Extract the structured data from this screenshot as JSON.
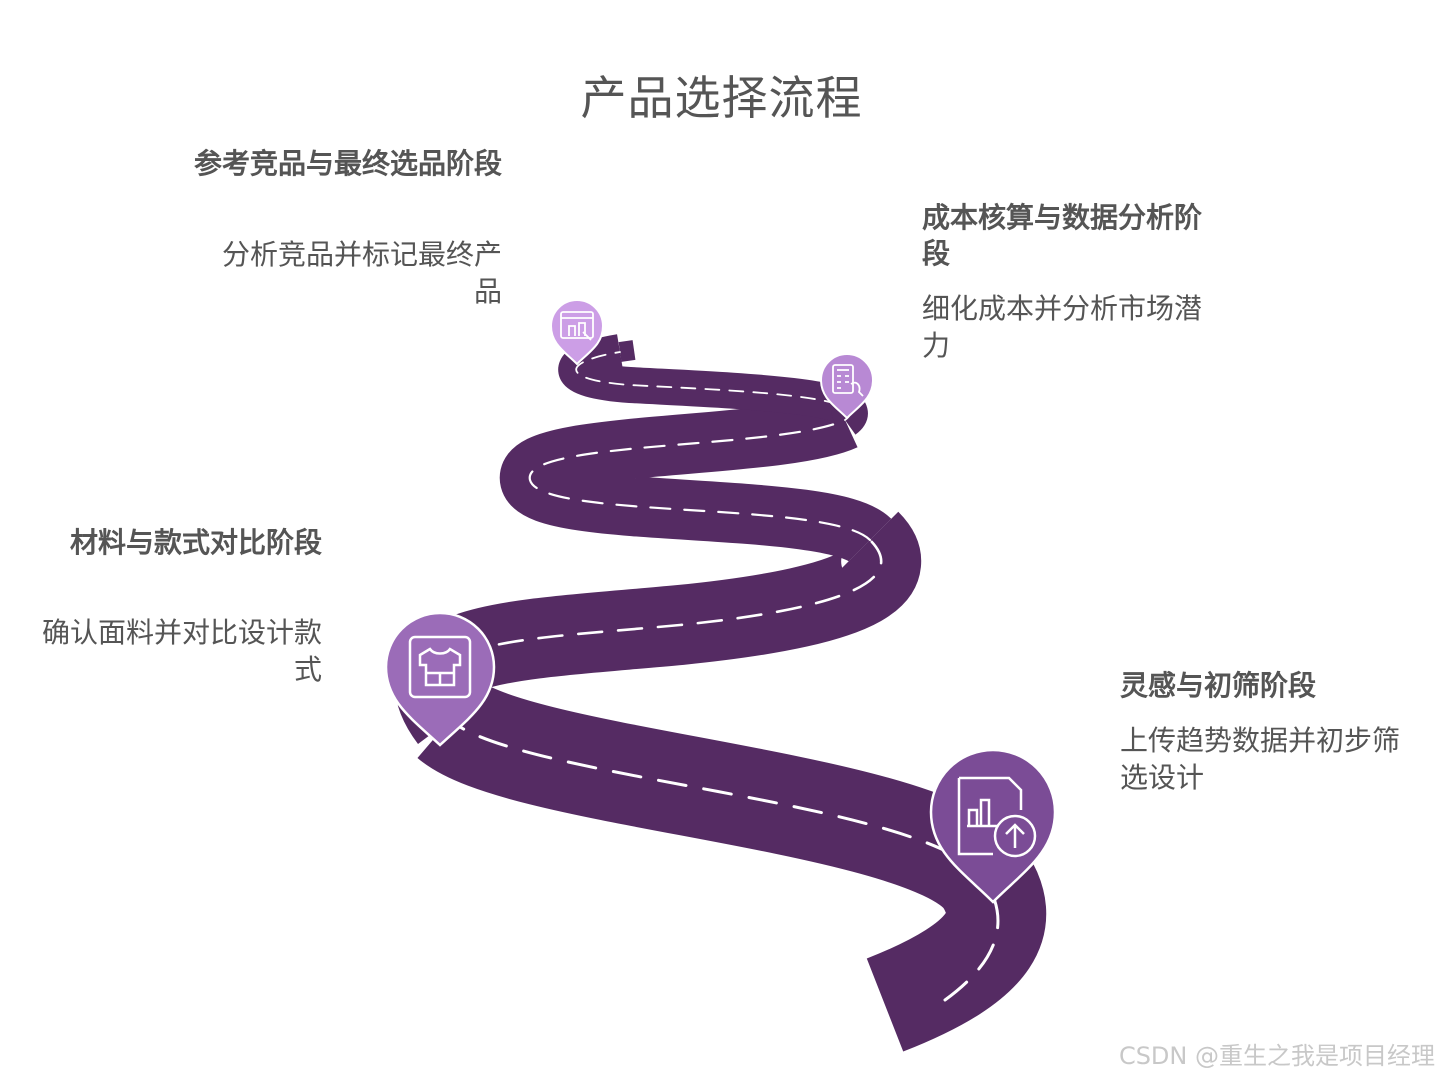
{
  "title": "产品选择流程",
  "stages": [
    {
      "id": "stage-1",
      "title": "灵感与初筛阶段",
      "desc": "上传趋势数据并初步筛选设计",
      "icon": "document-chart-upload-icon",
      "color": "#7b4c96"
    },
    {
      "id": "stage-2",
      "title": "材料与款式对比阶段",
      "desc": "确认面料并对比设计款式",
      "icon": "shirt-icon",
      "color": "#9b6cb8"
    },
    {
      "id": "stage-3",
      "title": "成本核算与数据分析阶段",
      "desc": "细化成本并分析市场潜力",
      "icon": "calculator-hand-icon",
      "color": "#b889d4"
    },
    {
      "id": "stage-4",
      "title": "参考竞品与最终选品阶段",
      "desc": "分析竞品并标记最终产品",
      "icon": "browser-buildings-icon",
      "color": "#cc9ee6"
    }
  ],
  "road_color": "#552b63",
  "watermark": "CSDN @重生之我是项目经理"
}
